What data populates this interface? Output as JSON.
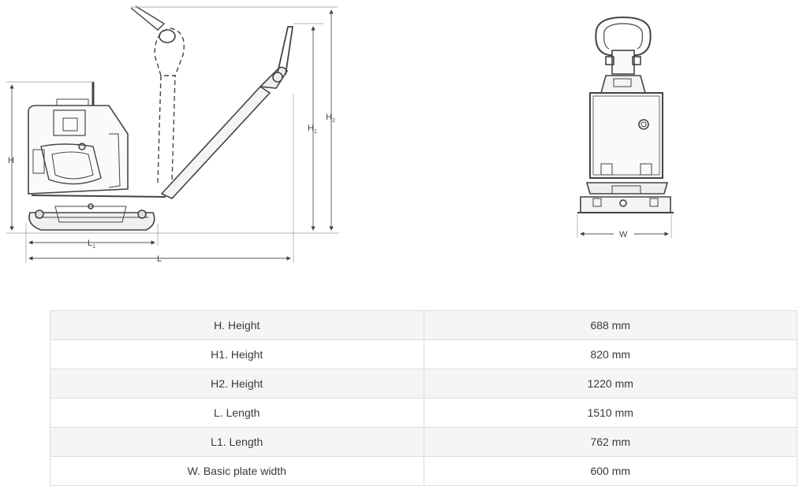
{
  "drawing": {
    "labels": {
      "h": "H",
      "h1": "H",
      "h1_sub": "1",
      "h2": "H",
      "h2_sub": "2",
      "l": "L",
      "l1": "L",
      "l1_sub": "1",
      "w": "W"
    }
  },
  "specs": {
    "rows": [
      {
        "label": "H. Height",
        "value": "688 mm"
      },
      {
        "label": "H1. Height",
        "value": "820 mm"
      },
      {
        "label": "H2. Height",
        "value": "1220 mm"
      },
      {
        "label": "L. Length",
        "value": "1510 mm"
      },
      {
        "label": "L1. Length",
        "value": "762 mm"
      },
      {
        "label": "W. Basic plate width",
        "value": "600 mm"
      }
    ]
  }
}
